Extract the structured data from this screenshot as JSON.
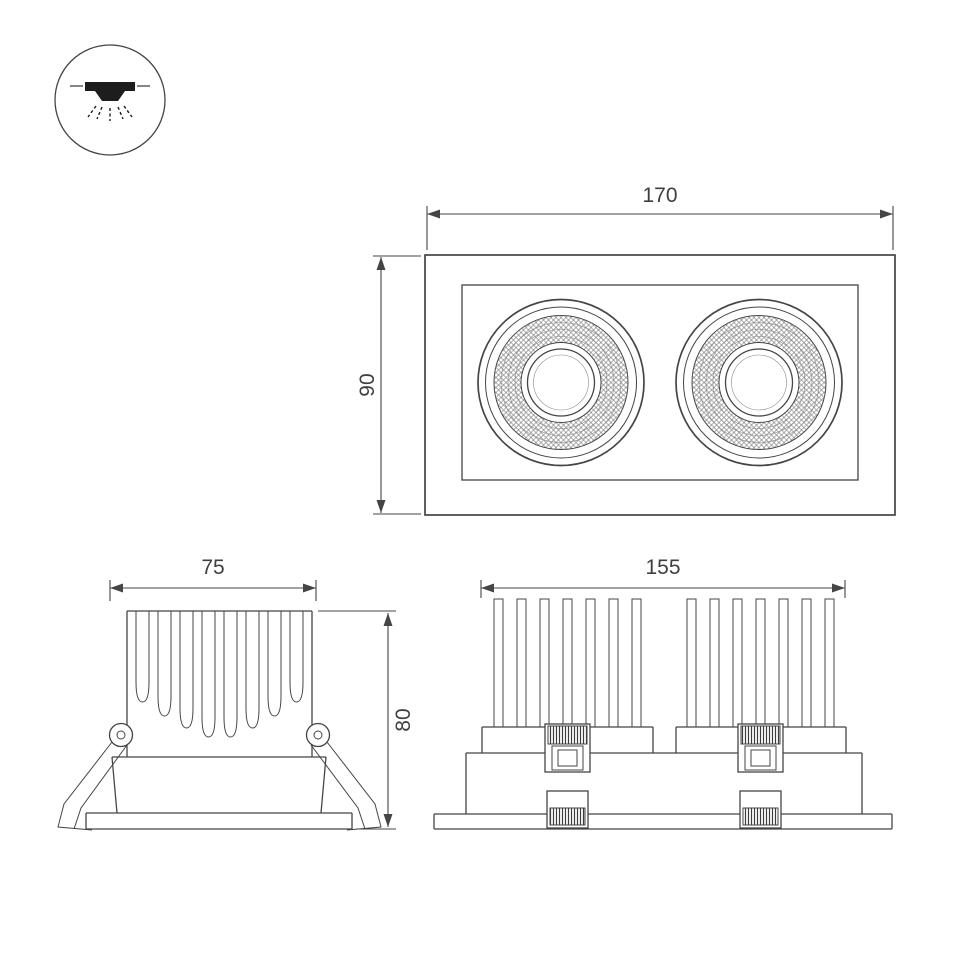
{
  "page": {
    "background_color": "#ffffff",
    "line_color": "#454545",
    "label_color": "#3f3f3f"
  },
  "icon": {
    "name": "recessed-downlight-icon"
  },
  "drawing": {
    "front_view": {
      "width_mm": "170",
      "height_mm": "90"
    },
    "side_view_single": {
      "width_mm": "75",
      "height_mm": "80"
    },
    "side_view_dual": {
      "width_mm": "155"
    }
  }
}
